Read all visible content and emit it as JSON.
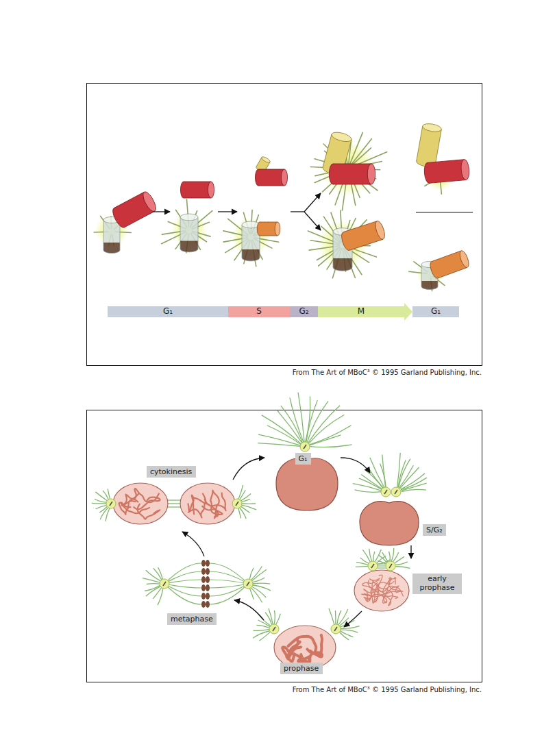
{
  "diagram": {
    "nodes": [
      {
        "text": [
          "G₁"
        ]
      },
      {
        "text": [
          "S"
        ]
      },
      {
        "text": [
          "G₂"
        ]
      },
      {
        "text": [
          "M"
        ]
      },
      {
        "text": [
          "G₁"
        ]
      },
      {
        "text": [
          "cytokinesis"
        ]
      },
      {
        "text": [
          "G₁"
        ]
      },
      {
        "text": [
          "S/G₂"
        ]
      },
      {
        "text": [
          "early prophase"
        ]
      },
      {
        "text": [
          "prophase"
        ]
      },
      {
        "text": [
          "metaphase"
        ]
      }
    ],
    "labels": [
      "From The Art of MBoC³ © 1995 Garland Publishing, Inc.",
      "From The Art of MBoC³ © 1995 Garland Publishing, Inc."
    ]
  }
}
